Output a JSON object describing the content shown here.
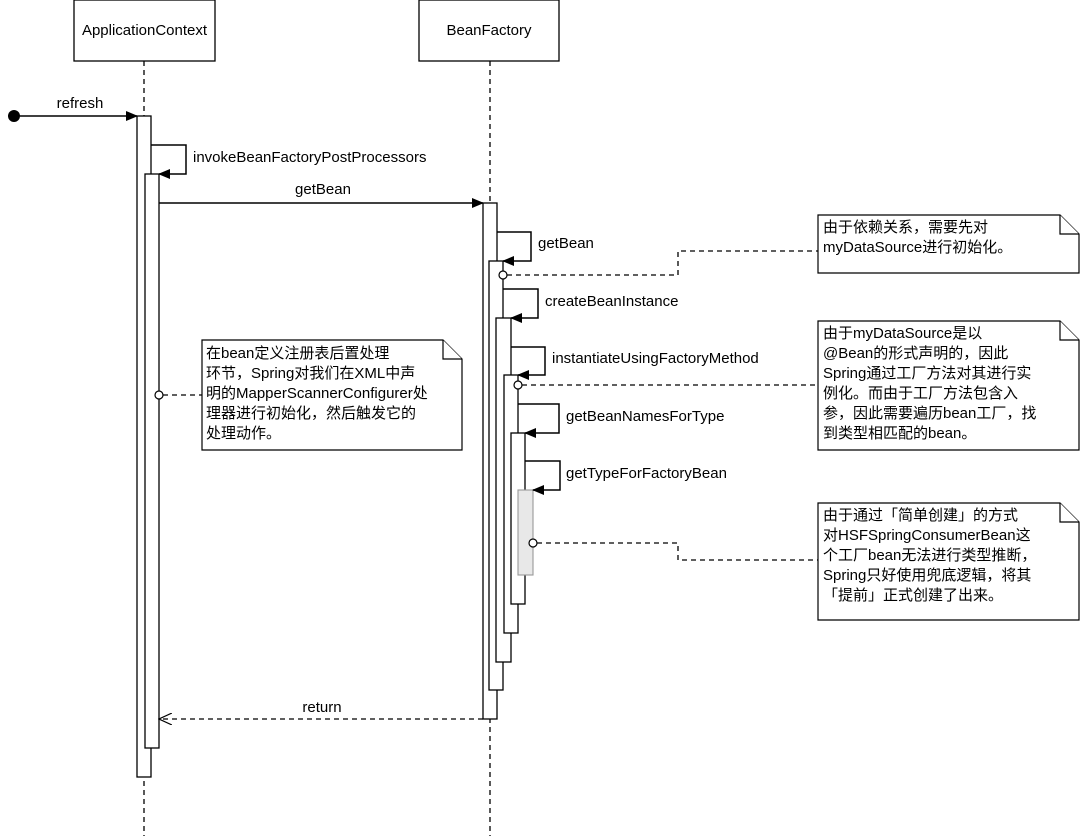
{
  "participants": {
    "app_context": "ApplicationContext",
    "bean_factory": "BeanFactory"
  },
  "messages": {
    "refresh": "refresh",
    "invoke_post_processors": "invokeBeanFactoryPostProcessors",
    "get_bean_call": "getBean",
    "get_bean_self": "getBean",
    "create_bean_instance": "createBeanInstance",
    "instantiate_factory_method": "instantiateUsingFactoryMethod",
    "get_bean_names_for_type": "getBeanNamesForType",
    "get_type_for_factory_bean": "getTypeForFactoryBean",
    "return": "return"
  },
  "notes": {
    "post_processor_note": [
      "在bean定义注册表后置处理",
      "环节，Spring对我们在XML中声",
      "明的MapperScannerConfigurer处",
      "理器进行初始化，然后触发它的",
      "处理动作。"
    ],
    "datasource_note": [
      "由于依赖关系，需要先对",
      "myDataSource进行初始化。"
    ],
    "factory_method_note": [
      "由于myDataSource是以",
      "@Bean的形式声明的，因此",
      "Spring通过工厂方法对其进行实",
      "例化。而由于工厂方法包含入",
      "参，因此需要遍历bean工厂，找",
      "到类型相匹配的bean。"
    ],
    "consumer_bean_note": [
      "由于通过「简单创建」的方式",
      "对HSFSpringConsumerBean这",
      "个工厂bean无法进行类型推断，",
      "Spring只好使用兜底逻辑，将其",
      "「提前」正式创建了出来。"
    ]
  }
}
